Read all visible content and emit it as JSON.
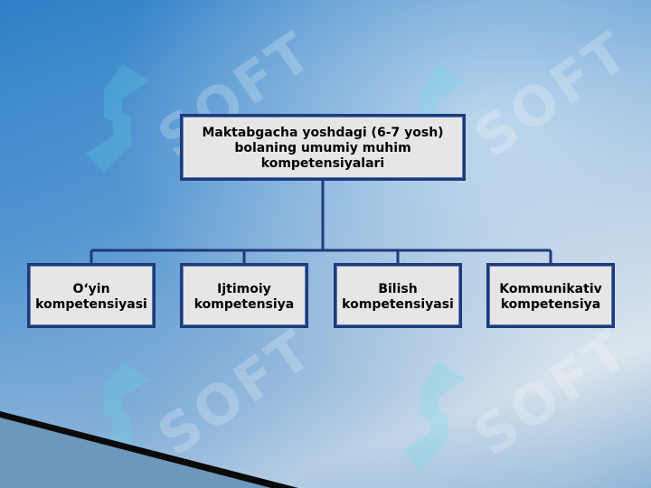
{
  "root": {
    "label": "Maktabgacha yoshdagi (6-7 yosh)\nbolaning umumiy muhim\nkompetensiyalari"
  },
  "children": [
    {
      "label": "O‘yin\nkompetensiyasi"
    },
    {
      "label": "Ijtimoiy\nkompetensiya"
    },
    {
      "label": "Bilish\nkompetensiyasi"
    },
    {
      "label": "Kommunikativ\nkompetensiya"
    }
  ],
  "watermark": {
    "text": "SOFT"
  },
  "colors": {
    "box_fill": "#e6e6e6",
    "box_border": "#1f3a7a",
    "connector": "#1f3a7a"
  }
}
